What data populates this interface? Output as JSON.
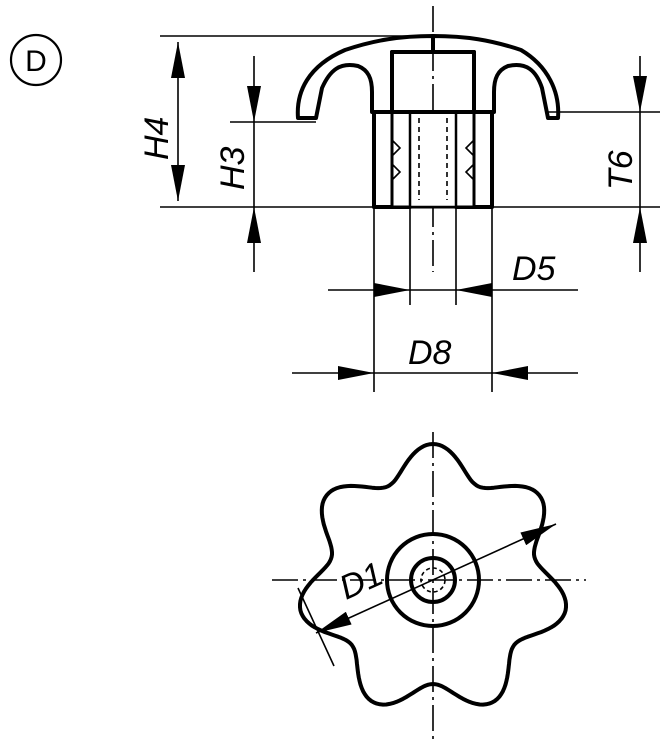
{
  "variant": {
    "letter": "D"
  },
  "labels": {
    "h4": "H4",
    "h3": "H3",
    "t6": "T6",
    "d5": "D5",
    "d8": "D8",
    "d1": "D1"
  }
}
